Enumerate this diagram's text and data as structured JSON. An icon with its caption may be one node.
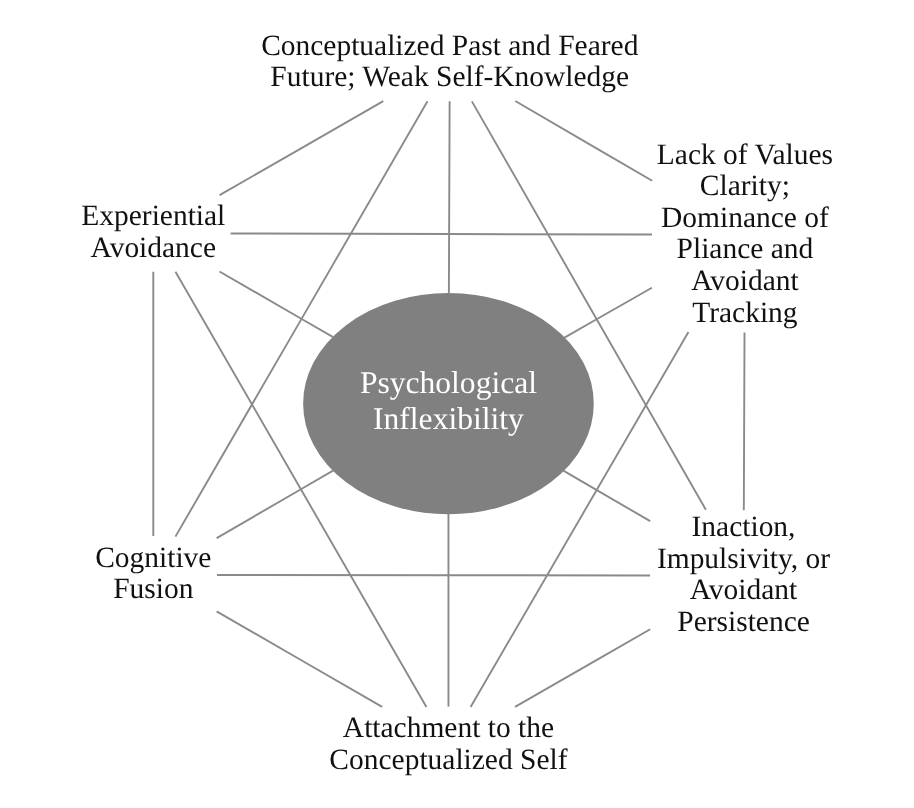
{
  "diagram": {
    "nodes": [
      {
        "text": [
          "Conceptualized Past and Feared Future; Weak Self-Knowledge"
        ]
      },
      {
        "text": [
          "Experiential Avoidance"
        ]
      },
      {
        "text": [
          "Lack of Values Clarity; Dominance of Pliance and Avoidant Tracking"
        ]
      },
      {
        "text": [
          "Psychological Inflexibility"
        ]
      },
      {
        "text": [
          "Cognitive Fusion"
        ]
      },
      {
        "text": [
          "Inaction, Impulsivity, or Avoidant Persistence"
        ]
      },
      {
        "text": [
          "Attachment to the Conceptualized Self"
        ]
      }
    ],
    "edges": [
      {
        "from": 1,
        "to": 2,
        "arrow": "none"
      },
      {
        "from": 0,
        "to": 2,
        "arrow": "none"
      },
      {
        "from": 0,
        "to": 1,
        "arrow": "none"
      },
      {
        "from": 0,
        "to": 4,
        "arrow": "none"
      },
      {
        "from": 0,
        "to": 5,
        "arrow": "none"
      },
      {
        "from": 0,
        "to": 3,
        "arrow": "none"
      },
      {
        "from": 1,
        "to": 4,
        "arrow": "none"
      },
      {
        "from": 1,
        "to": 6,
        "arrow": "none"
      },
      {
        "from": 1,
        "to": 3,
        "arrow": "none"
      },
      {
        "from": 2,
        "to": 5,
        "arrow": "none"
      },
      {
        "from": 2,
        "to": 6,
        "arrow": "none"
      },
      {
        "from": 2,
        "to": 3,
        "arrow": "none"
      },
      {
        "from": 4,
        "to": 5,
        "arrow": "none"
      },
      {
        "from": 4,
        "to": 6,
        "arrow": "none"
      },
      {
        "from": 4,
        "to": 3,
        "arrow": "none"
      },
      {
        "from": 5,
        "to": 6,
        "arrow": "none"
      },
      {
        "from": 5,
        "to": 3,
        "arrow": "none"
      },
      {
        "from": 6,
        "to": 3,
        "arrow": "none"
      }
    ]
  }
}
